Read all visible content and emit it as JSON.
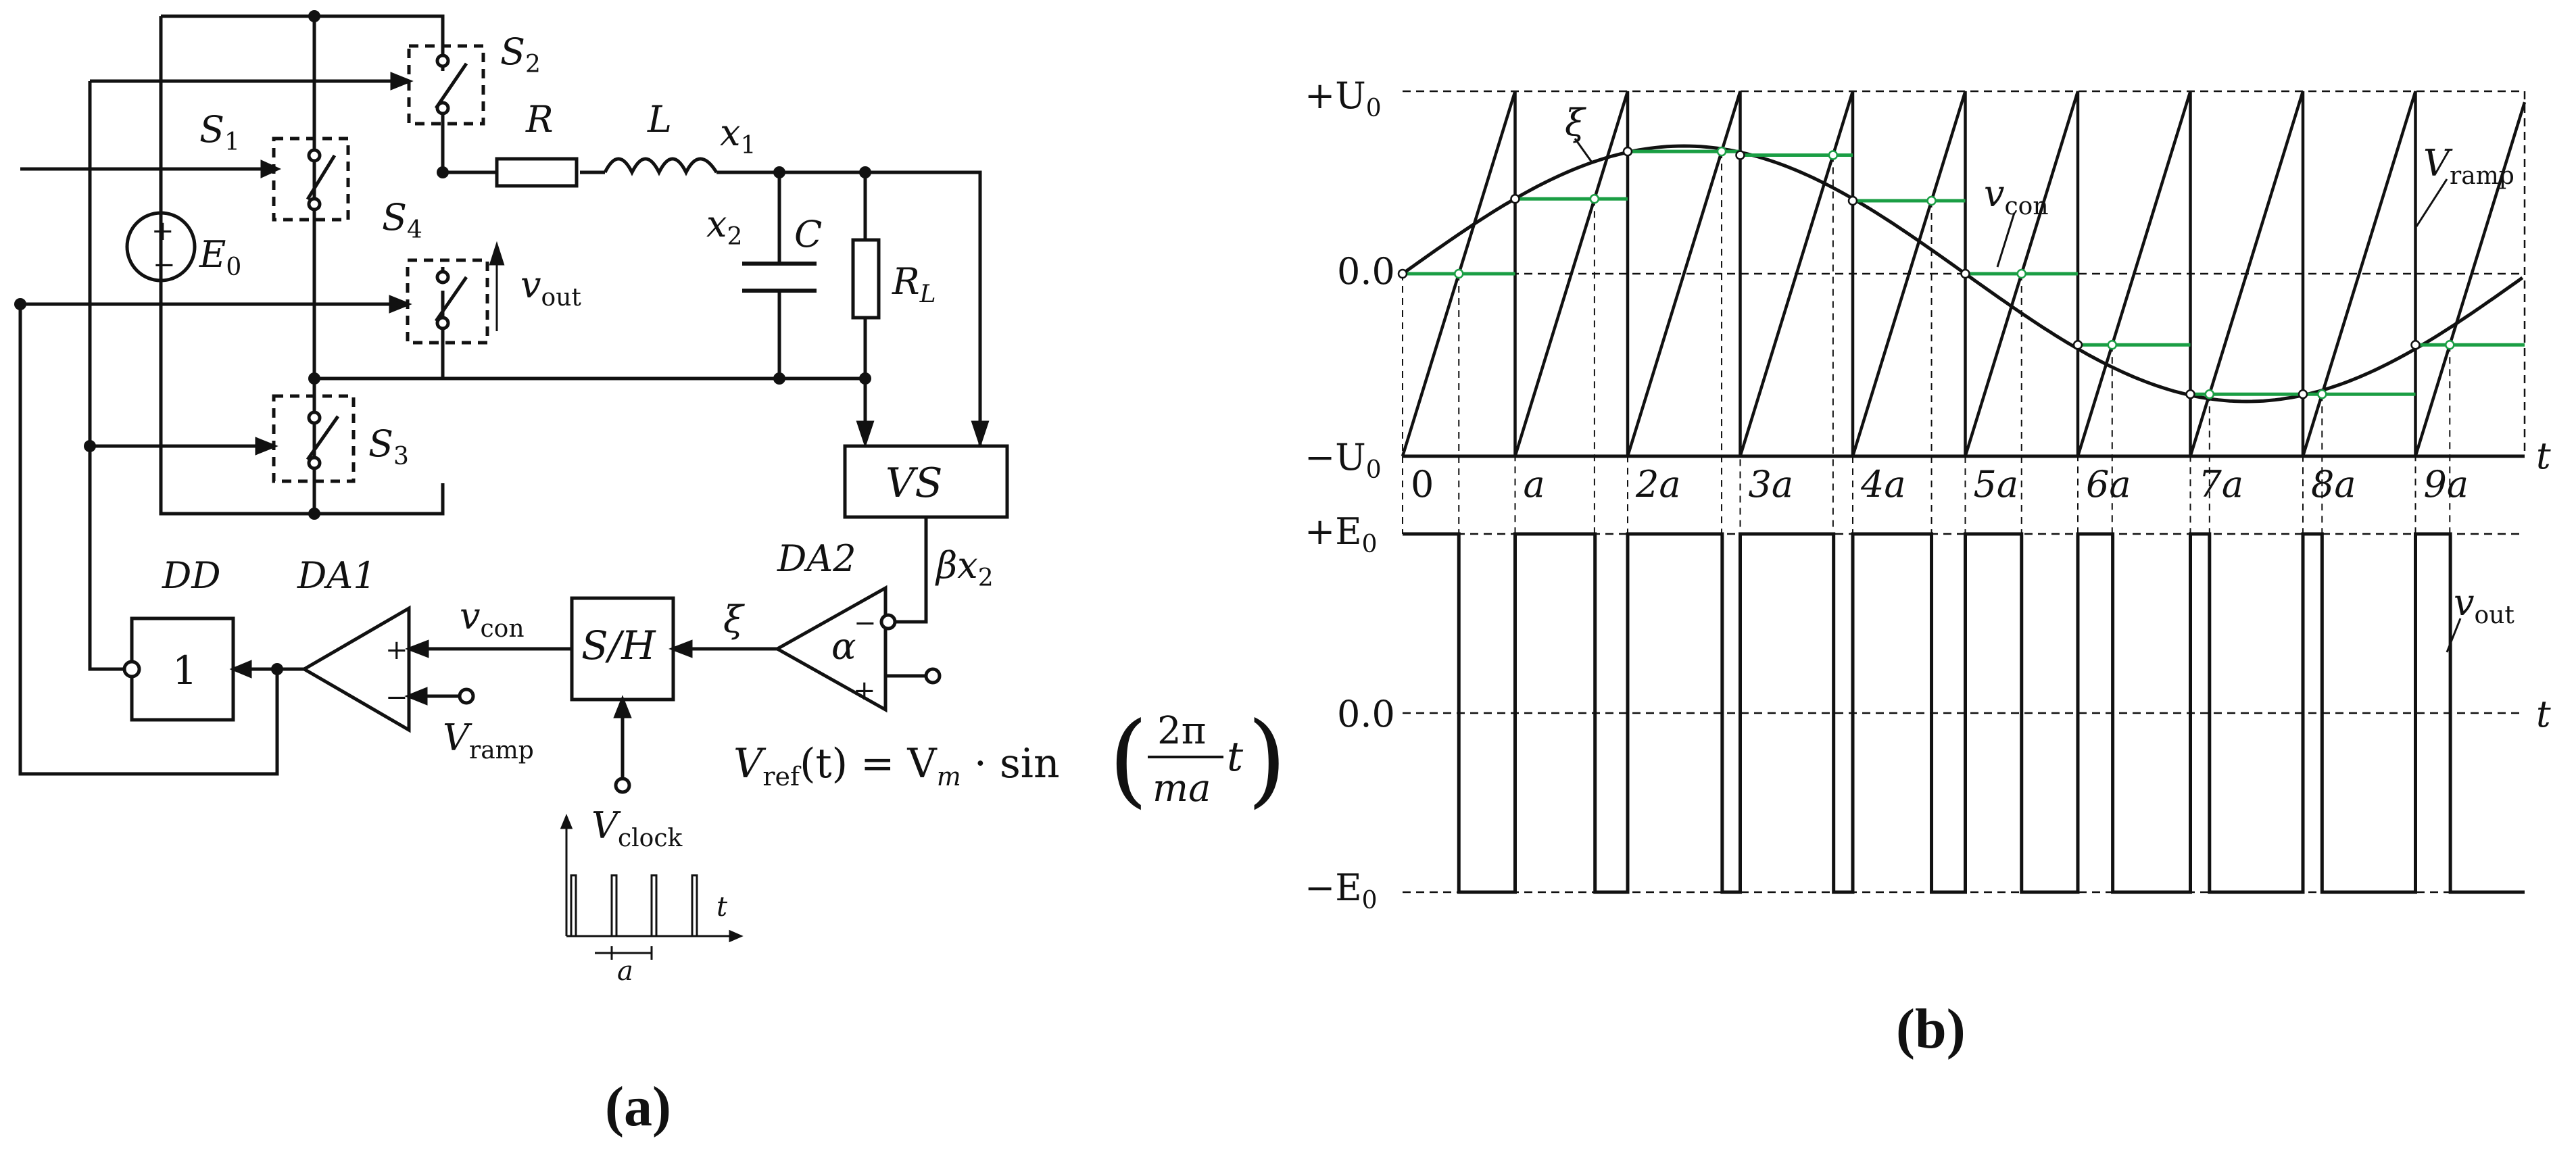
{
  "figure": {
    "panel_a_label": "(a)",
    "panel_b_label": "(b)"
  },
  "circuit": {
    "switch_labels": {
      "s1": "S",
      "s1_sub": "1",
      "s2": "S",
      "s2_sub": "2",
      "s3": "S",
      "s3_sub": "3",
      "s4": "S",
      "s4_sub": "4"
    },
    "source": {
      "name": "E",
      "sub": "0",
      "plus": "+",
      "minus": "−"
    },
    "resistor_r": "R",
    "inductor_l": "L",
    "node_x1": "x",
    "node_x1_sub": "1",
    "node_x2": "x",
    "node_x2_sub": "2",
    "capacitor_c": "C",
    "load_r": "R",
    "load_r_sub": "L",
    "vout": "v",
    "vout_sub": "out",
    "vs_block": "VS",
    "beta_x2": "βx",
    "beta_x2_sub": "2",
    "da2": "DA2",
    "alpha": "α",
    "xi": "ξ",
    "sh_block": "S/H",
    "vcon": "v",
    "vcon_sub": "con",
    "da1": "DA1",
    "dd": "DD",
    "dd_one": "1",
    "vramp": "V",
    "vramp_sub": "ramp",
    "vclock": "V",
    "vclock_sub": "clock",
    "clock_t": "t",
    "clock_a": "a",
    "vref_lhs": "V",
    "vref_sub": "ref",
    "vref_rest": "(t) = V",
    "vref_m": "m",
    "vref_sin": " · sin",
    "vref_num": "2π",
    "vref_den": "ma",
    "vref_t": "t",
    "opamp_plus": "+",
    "opamp_minus": "−"
  },
  "chart_data": [
    {
      "type": "line",
      "title": "",
      "x": [
        0,
        1,
        2,
        3,
        4,
        5,
        6,
        7,
        8,
        9
      ],
      "xlabel": "t",
      "tick_labels": [
        "0",
        "a",
        "2a",
        "3a",
        "4a",
        "5a",
        "6a",
        "7a",
        "8a",
        "9a"
      ],
      "ylabel_ticks": [
        "+U0",
        "0.0",
        "−U0"
      ],
      "ylim": [
        -1,
        1
      ],
      "series": [
        {
          "name": "ξ",
          "kind": "sine",
          "amplitude": 0.7,
          "period_a": 10,
          "color": "#111111"
        },
        {
          "name": "v_con",
          "kind": "step",
          "color": "#1a9e44",
          "values": [
            0.0,
            0.41,
            0.67,
            0.65,
            0.4,
            0.0,
            -0.39,
            -0.66,
            -0.66,
            -0.39
          ]
        },
        {
          "name": "V_ramp",
          "kind": "sawtooth",
          "period_a": 1,
          "color": "#111111"
        }
      ],
      "annotations": [
        "ξ",
        "v_con",
        "V_ramp"
      ]
    },
    {
      "type": "line",
      "title": "",
      "xlabel": "t",
      "ylabel_ticks": [
        "+E0",
        "0.0",
        "−E0"
      ],
      "ylim": [
        -1,
        1
      ],
      "series": [
        {
          "name": "v_out",
          "kind": "pwm",
          "color": "#111111",
          "duty": [
            0.5,
            0.71,
            0.84,
            0.83,
            0.7,
            0.5,
            0.31,
            0.17,
            0.17,
            0.31
          ]
        }
      ]
    }
  ],
  "chart_labels": {
    "top_plus": "+U",
    "top_plus_sub": "0",
    "top_zero": "0.0",
    "top_minus": "−U",
    "top_minus_sub": "0",
    "xi": "ξ",
    "vcon": "v",
    "vcon_sub": "con",
    "vramp": "V",
    "vramp_sub": "ramp",
    "t": "t",
    "bot_plus": "+E",
    "bot_plus_sub": "0",
    "bot_zero": "0.0",
    "bot_minus": "−E",
    "bot_minus_sub": "0",
    "vout": "v",
    "vout_sub": "out"
  }
}
